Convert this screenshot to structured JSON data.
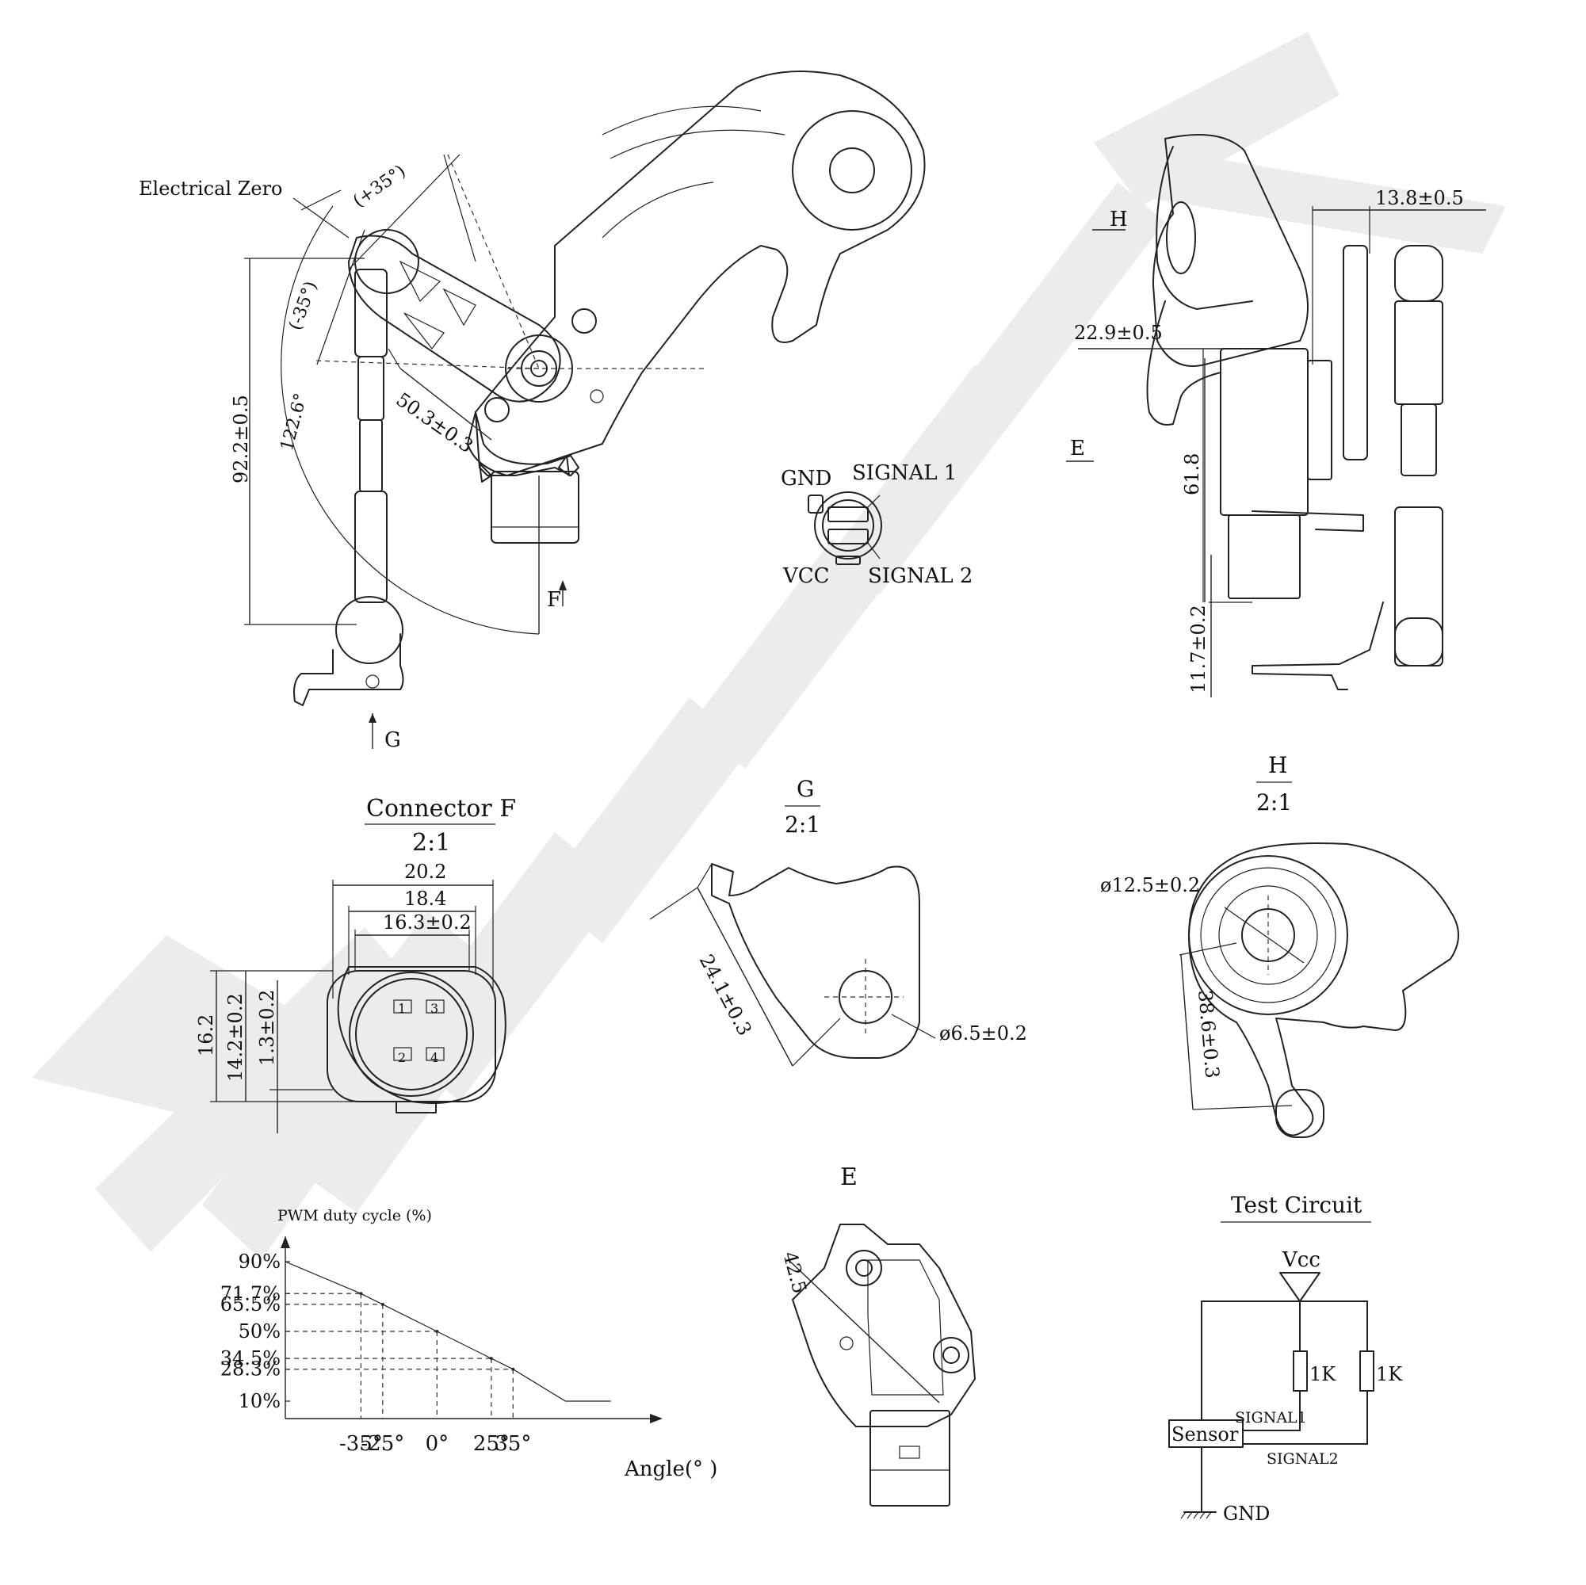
{
  "main_view": {
    "electrical_zero": "Electrical Zero",
    "angle_plus": "(+35°)",
    "angle_minus": "(-35°)",
    "angle_total": "122.6°",
    "height_dim": "92.2±0.5",
    "lever_dim": "50.3±0.3",
    "view_f": "F",
    "view_g": "G"
  },
  "pinout": {
    "gnd": "GND",
    "signal1": "SIGNAL 1",
    "vcc": "VCC",
    "signal2": "SIGNAL 2"
  },
  "side_view": {
    "view_h": "H",
    "view_e": "E",
    "dim_top": "13.8±0.5",
    "dim_mid": "22.9±0.5",
    "dim_height": "61.8",
    "dim_bottom": "11.7±0.2"
  },
  "connector_f": {
    "title": "Connector F",
    "scale": "2:1",
    "w1": "20.2",
    "w2": "18.4",
    "w3": "16.3±0.2",
    "h1": "16.2",
    "h2": "14.2±0.2",
    "h3": "1.3±0.2",
    "pins": [
      "1",
      "3",
      "2",
      "4"
    ]
  },
  "detail_g": {
    "title": "G",
    "scale": "2:1",
    "dim_len": "24.1±0.3",
    "dim_hole": "ø6.5±0.2"
  },
  "detail_h": {
    "title": "H",
    "scale": "2:1",
    "dim_hole": "ø12.5±0.2",
    "dim_len": "38.6±0.3"
  },
  "view_e": {
    "title": "E",
    "dim": "42.5"
  },
  "chart_data": {
    "type": "line",
    "title": "",
    "ylabel": "PWM duty cycle (%)",
    "xlabel": "Angle(° )",
    "x_ticks": [
      "-35°",
      "-25°",
      "0°",
      "25°",
      "35°"
    ],
    "y_ticks": [
      "90%",
      "71.7%",
      "65.5%",
      "50%",
      "34.5%",
      "28.3%",
      "10%"
    ],
    "x": [
      -69.8,
      -35,
      -25,
      0,
      25,
      35,
      59.1,
      80
    ],
    "values": [
      90,
      71.7,
      65.5,
      50,
      34.5,
      28.3,
      10,
      10
    ],
    "xlim": [
      -69.8,
      98
    ],
    "ylim": [
      0,
      100
    ],
    "grid": false
  },
  "test_circuit": {
    "title": "Test Circuit",
    "vcc": "Vcc",
    "r1": "1K",
    "r2": "1K",
    "sensor": "Sensor",
    "signal1": "SIGNAL1",
    "signal2": "SIGNAL2",
    "gnd": "GND"
  }
}
